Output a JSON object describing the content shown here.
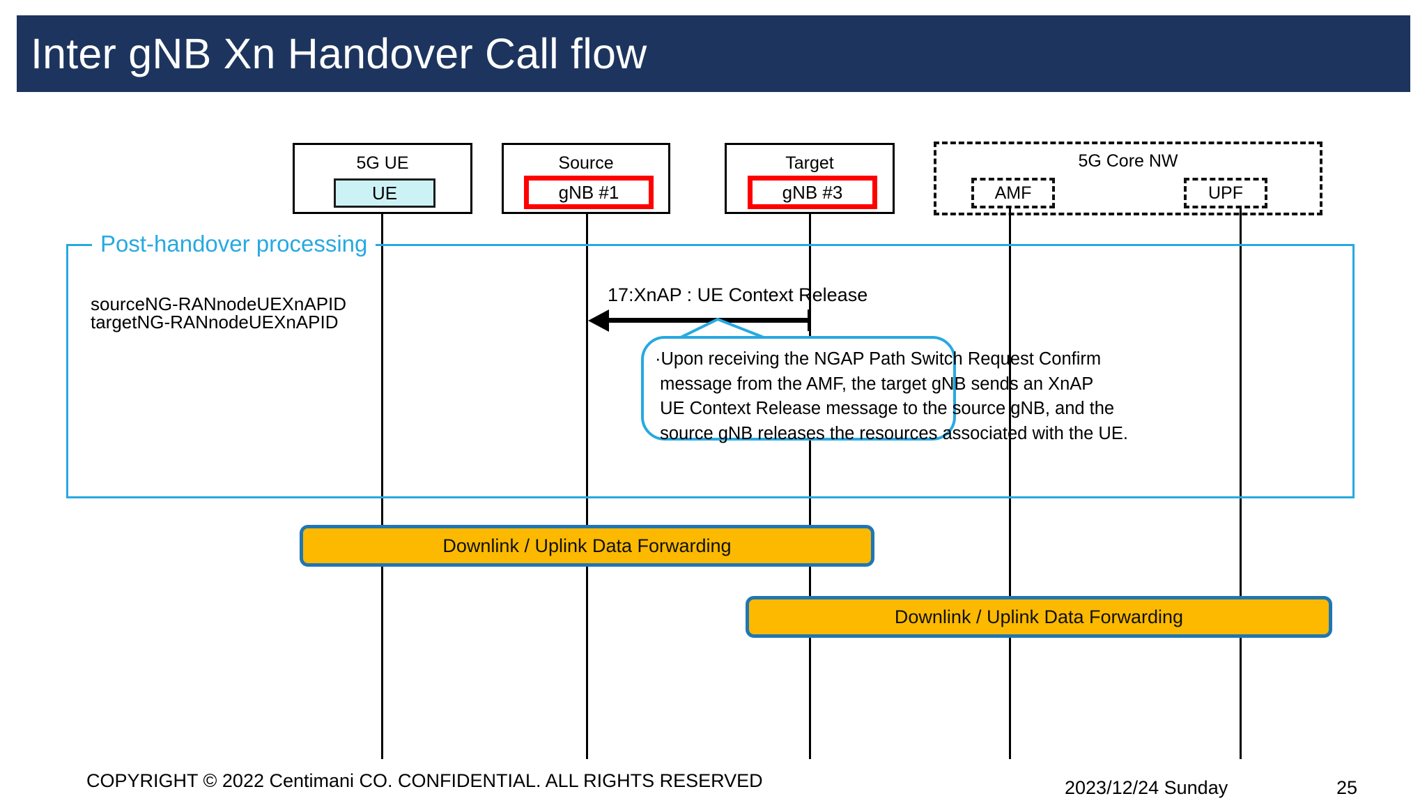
{
  "slide": {
    "title": "Inter gNB Xn Handover Call flow",
    "title_bar_color": "#1d355e",
    "accent_color": "#27a9e1",
    "highlight_color": "#ff0000",
    "bar_fill_color": "#fcb900",
    "bar_border_color": "#1f76b4"
  },
  "lifelines": [
    {
      "header": "5G  UE",
      "entity": "UE",
      "style": "cyan-fill"
    },
    {
      "header": "Source",
      "entity": "gNB #1",
      "style": "red-outline"
    },
    {
      "header": "Target",
      "entity": "gNB #3",
      "style": "red-outline"
    }
  ],
  "core_network": {
    "title": "5G Core NW",
    "nodes": [
      {
        "label": "AMF"
      },
      {
        "label": "UPF"
      }
    ]
  },
  "frame": {
    "label": "Post-handover processing"
  },
  "side_notes": {
    "line1": "sourceNG-RANnodeUEXnAPID",
    "line2": "targetNG-RANnodeUEXnAPID"
  },
  "messages": [
    {
      "seq": "17",
      "label": "17:XnAP : UE Context Release",
      "from": "Target",
      "to": "Source",
      "direction": "right-to-left"
    }
  ],
  "callout": {
    "bullet": "·",
    "text": "·Upon receiving the NGAP Path Switch Request Confirm\n message from the AMF, the target gNB sends an XnAP\n UE Context Release message to the source gNB, and the\n source gNB releases the resources associated with the UE."
  },
  "data_bars": [
    {
      "label": "Downlink / Uplink Data Forwarding",
      "span": "UE-to-Target"
    },
    {
      "label": "Downlink / Uplink Data Forwarding",
      "span": "Target-to-UPF"
    }
  ],
  "footer": {
    "copyright": "COPYRIGHT © 2022 Centimani CO. CONFIDENTIAL. ALL RIGHTS RESERVED",
    "date": "2023/12/24 Sunday",
    "page": "25"
  }
}
